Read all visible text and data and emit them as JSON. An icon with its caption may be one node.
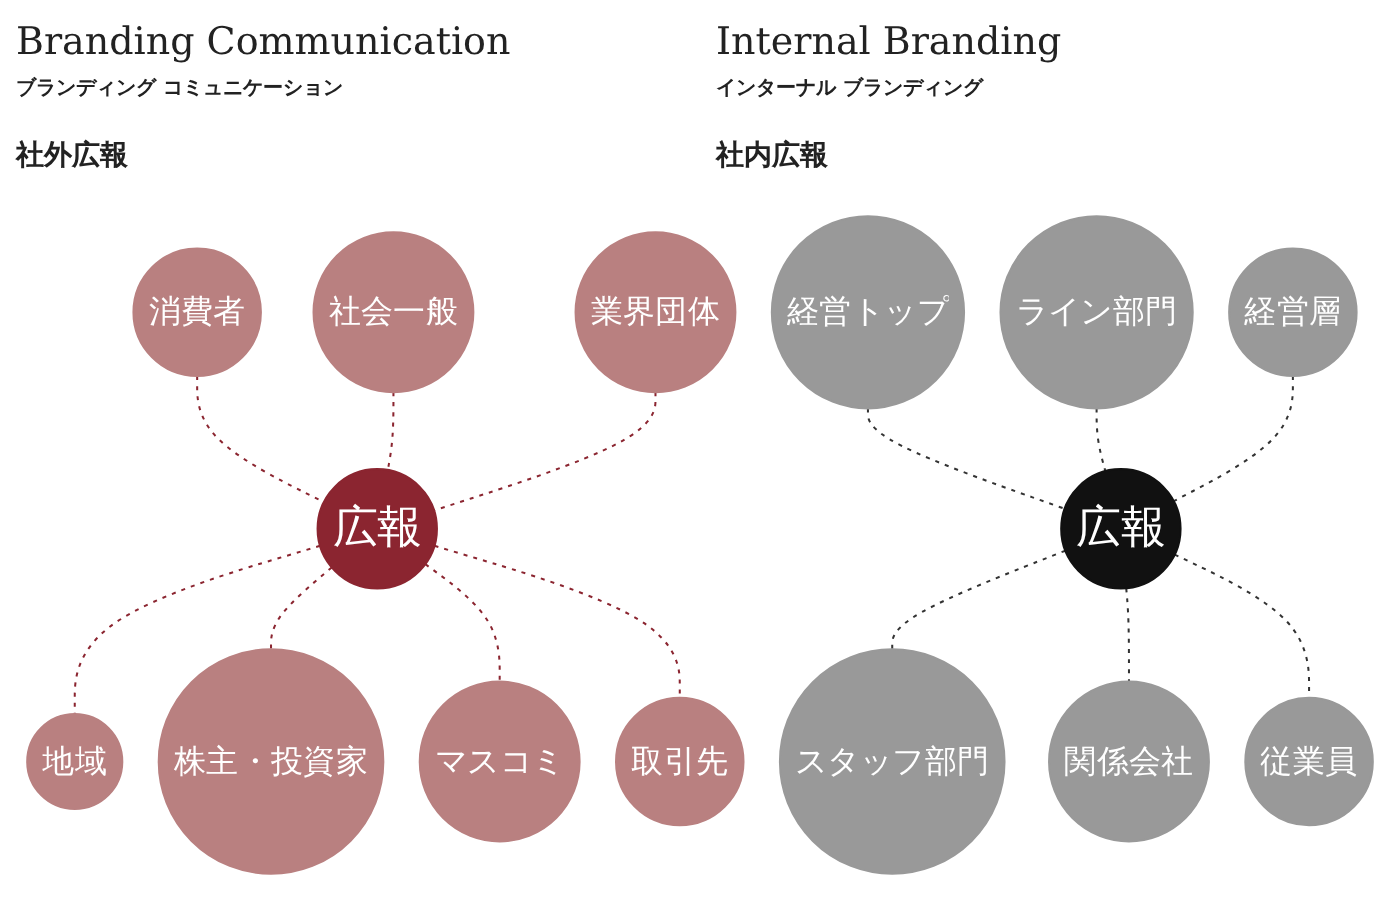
{
  "diagram": {
    "nodes": [
      {
        "text": [
          "広報"
        ]
      },
      {
        "text": [
          "消費者"
        ]
      },
      {
        "text": [
          "社会一般"
        ]
      },
      {
        "text": [
          "地域"
        ]
      },
      {
        "text": [
          "株主・投資家"
        ]
      },
      {
        "text": [
          "マスコミ"
        ]
      },
      {
        "text": [
          "取引先"
        ]
      },
      {
        "text": [
          "業界団体"
        ]
      },
      {
        "text": [
          "広報"
        ]
      },
      {
        "text": [
          "経営トップ"
        ]
      },
      {
        "text": [
          "ライン部門"
        ]
      },
      {
        "text": [
          "スタッフ部門"
        ]
      },
      {
        "text": [
          "関係会社"
        ]
      },
      {
        "text": [
          "従業員"
        ]
      },
      {
        "text": [
          "経営層"
        ]
      }
    ],
    "edges": [
      {
        "from": 1,
        "to": 0,
        "arrow": "none",
        "style": "dashed",
        "color": "#8b2530"
      },
      {
        "from": 2,
        "to": 0,
        "arrow": "none",
        "style": "dashed",
        "color": "#8b2530"
      },
      {
        "from": 7,
        "to": 0,
        "arrow": "none",
        "style": "dashed",
        "color": "#8b2530"
      },
      {
        "from": 0,
        "to": 3,
        "arrow": "none",
        "style": "dashed",
        "color": "#8b2530"
      },
      {
        "from": 0,
        "to": 4,
        "arrow": "none",
        "style": "dashed",
        "color": "#8b2530"
      },
      {
        "from": 0,
        "to": 5,
        "arrow": "none",
        "style": "dashed",
        "color": "#8b2530"
      },
      {
        "from": 0,
        "to": 6,
        "arrow": "none",
        "style": "dashed",
        "color": "#8b2530"
      },
      {
        "from": 9,
        "to": 8,
        "arrow": "none",
        "style": "dashed",
        "color": "#333333"
      },
      {
        "from": 10,
        "to": 8,
        "arrow": "none",
        "style": "dashed",
        "color": "#333333"
      },
      {
        "from": 14,
        "to": 8,
        "arrow": "none",
        "style": "dashed",
        "color": "#333333"
      },
      {
        "from": 8,
        "to": 11,
        "arrow": "none",
        "style": "dashed",
        "color": "#333333"
      },
      {
        "from": 8,
        "to": 12,
        "arrow": "none",
        "style": "dashed",
        "color": "#333333"
      },
      {
        "from": 8,
        "to": 13,
        "arrow": "none",
        "style": "dashed",
        "color": "#333333"
      }
    ],
    "labels": [
      "Branding Communication",
      "ブランディング コミュニケーション",
      "社外広報",
      "Internal Branding",
      "インターナル ブランディング",
      "社内広報"
    ]
  }
}
